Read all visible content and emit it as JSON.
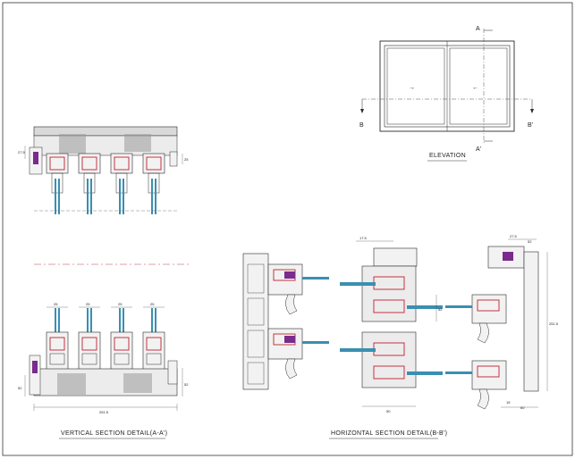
{
  "elevation": {
    "caption": "ELEVATION",
    "section_a_top": "A",
    "section_a_bottom": "A'",
    "section_b_left": "B",
    "section_b_right": "B'",
    "arrow_left": "→",
    "arrow_right": "←"
  },
  "vertical_section": {
    "caption": "VERTICAL SECTION DETAIL(A-A')",
    "upper_dims": {
      "left": "27.5",
      "right": "25"
    },
    "lower_dims": {
      "top": [
        "25",
        "25",
        "25",
        "25"
      ],
      "left": "52",
      "right": "52",
      "bottom": "251.5"
    }
  },
  "horizontal_section": {
    "caption": "HORIZONTAL SECTION DETAIL(B-B')",
    "dims": {
      "mid_top": "17.5",
      "right_top_a": "27.5",
      "right_top_b": "52",
      "right_side": "251.5",
      "mid_a": "15",
      "mid_b": "12",
      "mid_c": "52",
      "mid_bottom": "50",
      "right_bottom_a": "15",
      "right_bottom_b": "60"
    }
  },
  "colors": {
    "line": "#2a2a2a",
    "frame_fill": "#d9d9d9",
    "glass": "#3a8fb0",
    "gasket": "#c02030",
    "hardware": "#7a2b8c",
    "centerline": "#c04050"
  }
}
